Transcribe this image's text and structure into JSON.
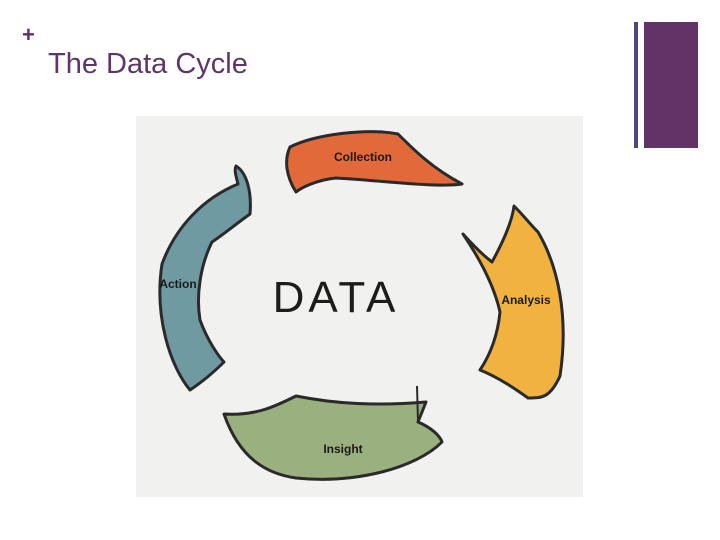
{
  "slide": {
    "title": "The Data Cycle",
    "bullet_glyph": "+"
  },
  "diagram": {
    "center_label": "DATA",
    "stages": [
      {
        "label": "Collection",
        "color": "#e26a3a"
      },
      {
        "label": "Analysis",
        "color": "#f1b23f"
      },
      {
        "label": "Insight",
        "color": "#9bb07f"
      },
      {
        "label": "Action",
        "color": "#6f9aa2"
      }
    ]
  },
  "colors": {
    "title": "#60356a",
    "accent_thick": "#633266",
    "accent_thin": "#4e477e",
    "figure_background": "#f1f2f0"
  }
}
